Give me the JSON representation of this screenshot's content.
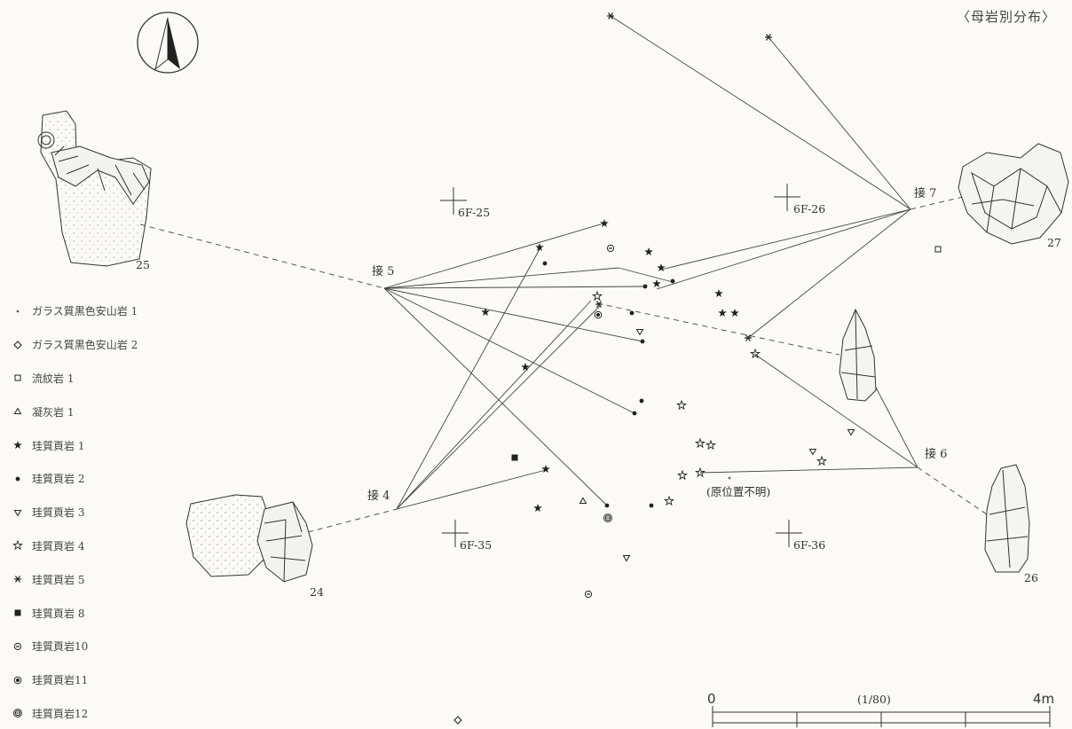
{
  "map_title": "〈母岩別分布〉",
  "north_arrow": {
    "icon": "north-arrow-icon"
  },
  "grid_points": [
    {
      "label": "6F-25"
    },
    {
      "label": "6F-26"
    },
    {
      "label": "6F-35"
    },
    {
      "label": "6F-36"
    }
  ],
  "joins": [
    {
      "label": "接 5"
    },
    {
      "label": "接 7"
    },
    {
      "label": "接 6"
    },
    {
      "label": "接 4"
    }
  ],
  "artifact_numbers": [
    "25",
    "27",
    "24",
    "26"
  ],
  "unknown_position_note": "(原位置不明)",
  "legend": [
    {
      "symbol": "small-dot",
      "label": "ガラス質黒色安山岩 1"
    },
    {
      "symbol": "diamond",
      "label": "ガラス質黒色安山岩 2"
    },
    {
      "symbol": "square",
      "label": "流紋岩 1"
    },
    {
      "symbol": "triangle",
      "label": "凝灰岩 1"
    },
    {
      "symbol": "star-filled",
      "label": "珪質頁岩 1"
    },
    {
      "symbol": "dot",
      "label": "珪質頁岩 2"
    },
    {
      "symbol": "triangle-down",
      "label": "珪質頁岩 3"
    },
    {
      "symbol": "star-open",
      "label": "珪質頁岩 4"
    },
    {
      "symbol": "asterisk",
      "label": "珪質頁岩 5"
    },
    {
      "symbol": "square-filled",
      "label": "珪質頁岩 8"
    },
    {
      "symbol": "circle-dot",
      "label": "珪質頁岩10"
    },
    {
      "symbol": "circle-filled",
      "label": "珪質頁岩11"
    },
    {
      "symbol": "circle-double",
      "label": "珪質頁岩12"
    }
  ],
  "scale": {
    "start": "0",
    "end": "4m",
    "ratio": "(1/80)"
  },
  "colors": {
    "ink": "#333333",
    "paper": "#fbfaf7"
  }
}
